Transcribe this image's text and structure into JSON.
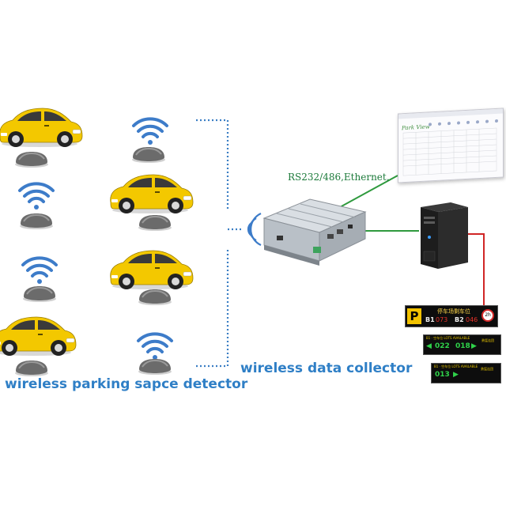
{
  "captions": {
    "detector": "wireless parking sapce detector",
    "collector": "wireless data collector",
    "link": "RS232/486,Ethernet,"
  },
  "software": {
    "title": "Park View"
  },
  "boards": {
    "board1": {
      "p_letter": "P",
      "chinese": "停车场剩车位",
      "b1": "B1",
      "b1_value": "073",
      "b2": "B2",
      "b2_value": "046",
      "badge": "2h"
    },
    "board2": {
      "header": "B1 · 空车位 LOTS AVAILABLE",
      "left_arrow": "◀",
      "left_value": "022",
      "right_value": "018",
      "right_arrow": "▶",
      "side_text": "勇猛连团"
    },
    "board3": {
      "header": "B1 · 空车位 LOTS AVAILABLE",
      "value": "013",
      "arrow": "▶",
      "side_text": "勇猛连团"
    }
  },
  "colors": {
    "caption_blue": "#2f7fc6",
    "wire_dotted": "#3a7ec4",
    "wire_green": "#2f9a3e",
    "wire_red": "#d02626",
    "car_yellow": "#f3c800",
    "wifi_blue": "#3d7cc9"
  }
}
